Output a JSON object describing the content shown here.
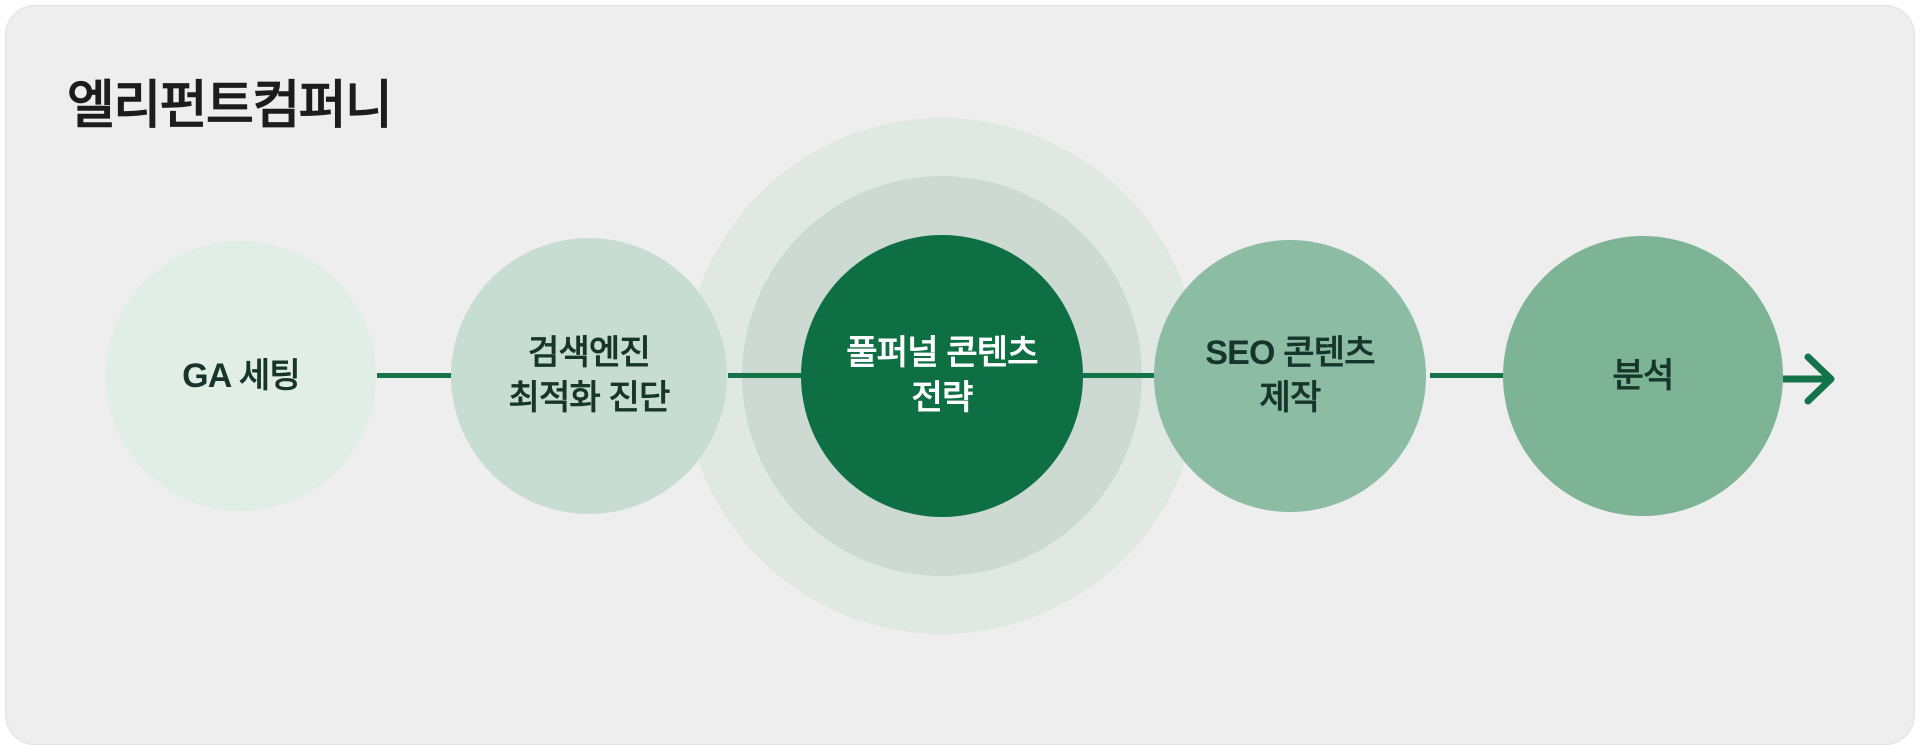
{
  "page": {
    "title": "엘리펀트컴퍼니"
  },
  "flow": {
    "steps": [
      {
        "label": "GA 세팅",
        "fill": "#e0eee6",
        "text_color": "#17352a",
        "emphasized": false
      },
      {
        "label": "검색엔진\n최적화 진단",
        "fill": "#c7ddd1",
        "text_color": "#17352a",
        "emphasized": false
      },
      {
        "label": "풀퍼널 콘텐츠\n전략",
        "fill": "#0e6f45",
        "text_color": "#ffffff",
        "emphasized": true,
        "halo_colors": [
          "#ccdad2",
          "#dfe8e2"
        ]
      },
      {
        "label": "SEO 콘텐츠\n제작",
        "fill": "#8cbda4",
        "text_color": "#17352a",
        "emphasized": false
      },
      {
        "label": "분석",
        "fill": "#7cb495",
        "text_color": "#17352a",
        "emphasized": false
      }
    ],
    "connector_color": "#15734a",
    "arrow_icon": "right-arrow"
  },
  "colors": {
    "panel_background": "#eeeeee",
    "page_background": "#ffffff",
    "title_text": "#1c1c1c",
    "accent_dark_green": "#0e6f45",
    "line_green": "#15734a"
  }
}
